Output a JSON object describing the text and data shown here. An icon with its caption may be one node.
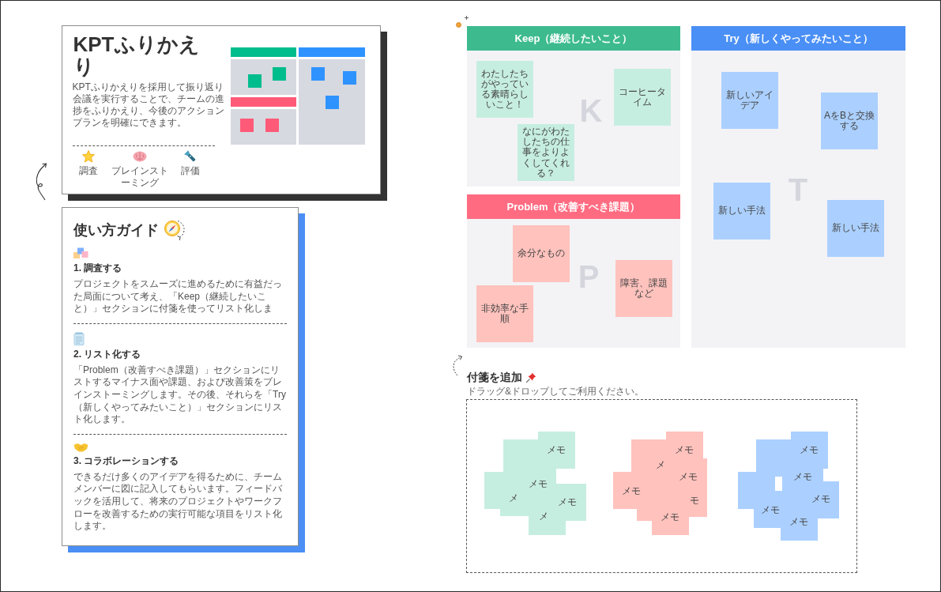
{
  "diagram": {
    "nodes": [
      {
        "text": [
          "KPTふりかえり",
          "KPTふりかえりを採用して振り返り会議を実行することで、チームの進捗をふりかえり、今後のアクションプランを明確にできます。",
          "調査",
          "ブレインストーミング",
          "評価"
        ]
      },
      {
        "text": [
          "使い方ガイド",
          "1. 調査する",
          "プロジェクトをスムーズに進めるために有益だった局面について考え、「Keep（継続したいこと）」セクションに付箋を使ってリスト化しま",
          "2. リスト化する",
          "「Problem（改善すべき課題）」セクションにリストするマイナス面や課題、および改善策をブレインストーミングします。その後、それらを「Try（新しくやってみたいこと）」セクションにリスト化します。",
          "3. コラボレーションする",
          "できるだけ多くのアイデアを得るために、チームメンバーに図に記入してもらいます。フィードバックを活用して、将来のプロジェクトやワークフローを改善するための実行可能な項目をリスト化します。"
        ]
      },
      {
        "text": [
          "Keep（継続したいこと）",
          "K"
        ]
      },
      {
        "text": [
          "わたしたちがやっている素晴らしいこと！"
        ],
        "in": 2
      },
      {
        "text": [
          "コーヒータイム"
        ],
        "in": 2
      },
      {
        "text": [
          "なにがわたしたちの仕事をよりよくしてくれる？"
        ],
        "in": 2
      },
      {
        "text": [
          "Problem（改善すべき課題）",
          "P"
        ]
      },
      {
        "text": [
          "余分なもの"
        ],
        "in": 6
      },
      {
        "text": [
          "障害、課題など"
        ],
        "in": 6
      },
      {
        "text": [
          "非効率な手順"
        ],
        "in": 6
      },
      {
        "text": [
          "Try（新しくやってみたいこと）",
          "T"
        ]
      },
      {
        "text": [
          "新しいアイデア"
        ],
        "in": 10
      },
      {
        "text": [
          "AをBと交換する"
        ],
        "in": 10
      },
      {
        "text": [
          "新しい手法"
        ],
        "in": 10
      },
      {
        "text": [
          "新しい手法"
        ],
        "in": 10
      },
      {
        "text": [
          "付箋を追加",
          "ドラッグ&ドロップしてご利用ください。"
        ]
      },
      {
        "text": [
          "メモ",
          "メモ",
          "メ",
          "メモ",
          "メ"
        ],
        "in": 15
      },
      {
        "text": [
          "メモ",
          "メ",
          "メモ",
          "メモ",
          "モ",
          "メモ"
        ],
        "in": 15
      },
      {
        "text": [
          "メモ",
          "メモ",
          "メモ",
          "メモ",
          "メモ"
        ],
        "in": 15
      }
    ]
  }
}
